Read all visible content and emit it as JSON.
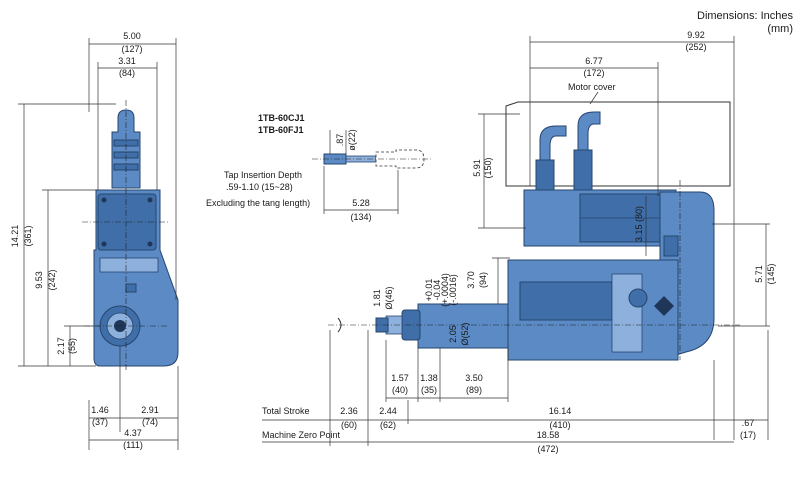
{
  "header": {
    "line1": "Dimensions: Inches",
    "line2": "(mm)"
  },
  "part_numbers": [
    "1TB-60CJ1",
    "1TB-60FJ1"
  ],
  "labels": {
    "tap_depth_1": "Tap Insertion Depth",
    "tap_depth_2": ".59-1.10 (15~28)",
    "tap_depth_3": "Excluding the tang length)",
    "motor_cover": "Motor cover",
    "total_stroke": "Total Stroke",
    "machine_zero": "Machine Zero Point"
  },
  "left_view": {
    "width_total": "5.00",
    "width_total_mm": "(127)",
    "width_a": "3.31",
    "width_a_mm": "(84)",
    "height_total": "14.21",
    "height_total_mm": "(361)",
    "height_a": "9.53",
    "height_a_mm": "(242)",
    "height_b": "2.17",
    "height_b_mm": "(55)",
    "bottom_a": "1.46",
    "bottom_a_mm": "(37)",
    "bottom_b": "2.91",
    "bottom_b_mm": "(74)",
    "bottom_total": "4.37",
    "bottom_total_mm": "(111)"
  },
  "detail_view": {
    "dia": ".87",
    "dia_mm": "ø(22)",
    "len": "5.28",
    "len_mm": "(134)"
  },
  "right_view": {
    "top_total": "9.92",
    "top_total_mm": "(252)",
    "top_a": "6.77",
    "top_a_mm": "(172)",
    "motor_h": "5.91",
    "motor_h_mm": "(150)",
    "inner_h": "3.15 (80)",
    "right_h": "5.71",
    "right_h_mm": "(145)",
    "body_h": "3.70",
    "body_h_mm": "(94)",
    "tol": [
      "+0.01",
      "-0.04",
      "(+.0004)",
      "(-.0016)"
    ],
    "spindle_d": "Ø(52)",
    "spindle_d_val": "2.05",
    "nose_d": "1.81",
    "nose_d_mm": "Ø(46)",
    "seg_a": "1.57",
    "seg_a_mm": "(40)",
    "seg_b": "1.38",
    "seg_b_mm": "(35)",
    "seg_c": "3.50",
    "seg_c_mm": "(89)",
    "stroke_a": "2.36",
    "stroke_a_mm": "(60)",
    "stroke_b": "2.44",
    "stroke_b_mm": "(62)",
    "stroke_c": "16.14",
    "stroke_c_mm": "(410)",
    "zero_total": "18.58",
    "zero_total_mm": "(472)",
    "end_a": ".67",
    "end_a_mm": "(17)"
  }
}
